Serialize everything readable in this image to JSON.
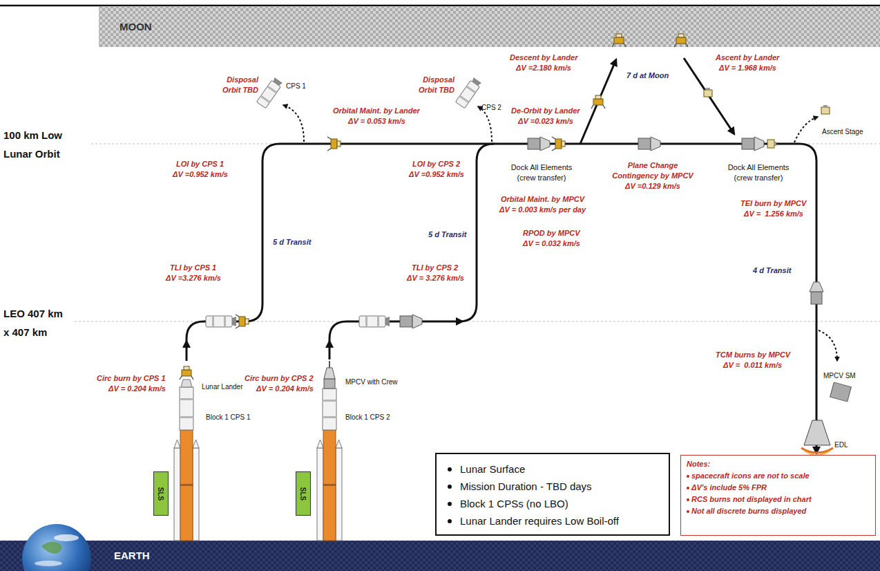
{
  "diagram": {
    "nodes": [
      {
        "text": [
          "MOON"
        ]
      },
      {
        "text": [
          "SLS"
        ]
      },
      {
        "text": [
          "SLS"
        ]
      },
      {
        "text": [
          "Lunar Surface",
          "Mission Duration - TBD days",
          "Block 1 CPSs (no LBO)",
          "Lunar Lander requires Low Boil-off"
        ]
      },
      {
        "text": [
          "Notes:",
          "spacecraft icons are not to scale",
          "ΔV's include 5% FPR",
          "RCS burns not displayed in chart",
          "Not all discrete burns displayed"
        ]
      },
      {
        "text": [
          "EARTH"
        ]
      }
    ],
    "labels": [
      "Disposal Orbit TBD",
      "CPS 1",
      "Disposal Orbit TBD",
      "CPS 2",
      "Descent by Lander",
      "ΔV =2.180 km/s",
      "7 d at Moon",
      "Ascent by Lander",
      "ΔV = 1.968 km/s",
      "Orbital Maint. by Lander",
      "ΔV = 0.053 km/s",
      "De-Orbit by Lander",
      "ΔV =0.023 km/s",
      "Ascent Stage",
      "100 km Low Lunar Orbit",
      "LOI by CPS 1",
      "ΔV =0.952 km/s",
      "LOI by CPS 2",
      "ΔV =0.952 km/s",
      "Dock All Elements (crew transfer)",
      "Plane Change Contingency by MPCV",
      "ΔV =0.129 km/s",
      "Dock All Elements (crew transfer)",
      "Orbital Maint. by MPCV",
      "ΔV = 0.003 km/s per day",
      "TEI burn by MPCV",
      "ΔV =  1.256 km/s",
      "RPOD by MPCV",
      "ΔV = 0.032 km/s",
      "5 d Transit",
      "5 d Transit",
      "4 d Transit",
      "TLI by CPS 1",
      "ΔV =3.276 km/s",
      "TLI by CPS 2",
      "ΔV = 3.276 km/s",
      "LEO 407 km x 407 km",
      "Circ burn by CPS 1",
      "ΔV = 0.204 km/s",
      "Circ burn by CPS 2",
      "ΔV = 0.204 km/s",
      "TCM burns by MPCV",
      "ΔV =  0.011 km/s",
      "MPCV SM",
      "Lunar Lander",
      "MPCV with Crew",
      "Block 1 CPS 1",
      "Block 1 CPS 2",
      "EDL"
    ]
  }
}
